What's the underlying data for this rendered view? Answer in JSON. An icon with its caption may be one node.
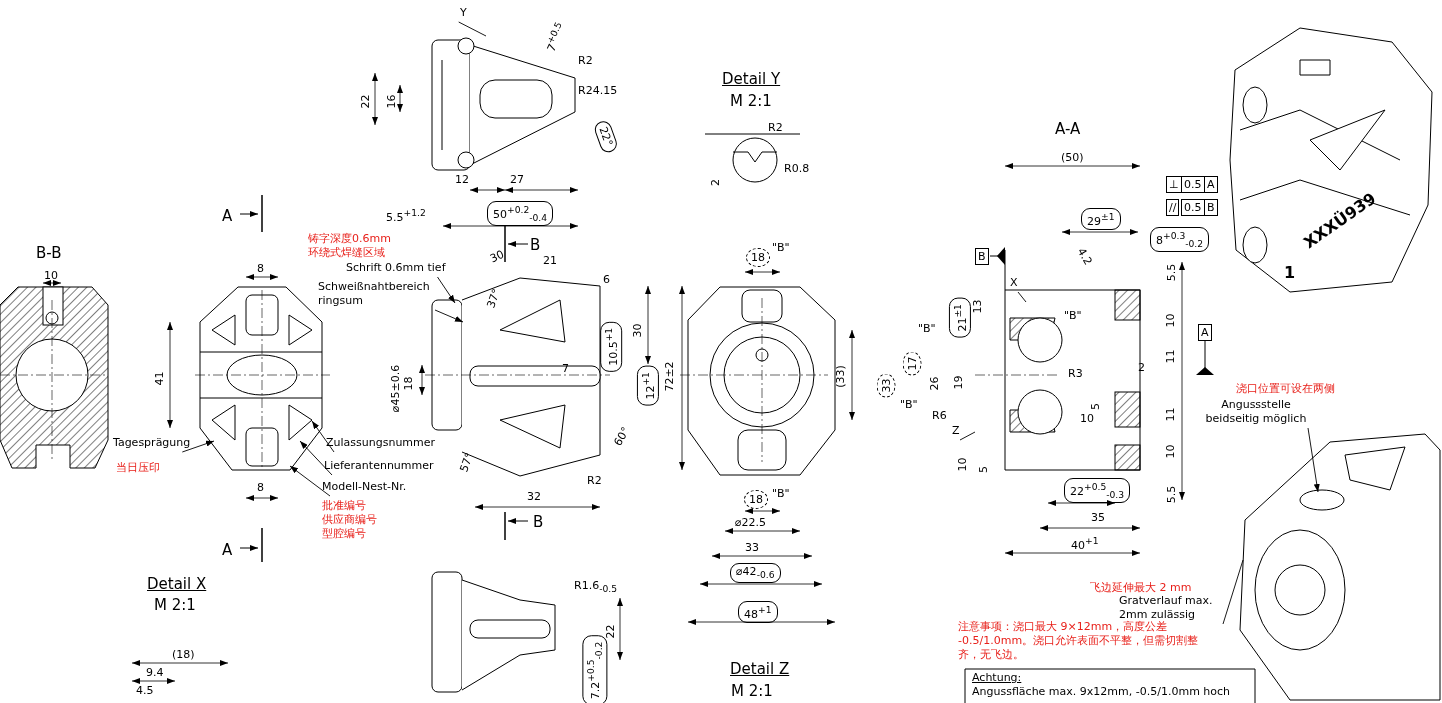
{
  "diagram": {
    "nodes": [
      {
        "text": [
          "Schrift 0.6mm tief"
        ]
      },
      {
        "text": [
          "Schweißnahtbereich ringsum"
        ]
      },
      {
        "text": [
          "Tagesprägung"
        ]
      },
      {
        "text": [
          "Zulassungsnummer"
        ]
      },
      {
        "text": [
          "Lieferantennummer"
        ]
      },
      {
        "text": [
          "Modell-Nest-Nr."
        ]
      },
      {
        "text": [
          "Angussstelle beidseitig möglich"
        ]
      },
      {
        "text": [
          "Gratverlauf max. 2mm zulässig"
        ]
      },
      {
        "text": [
          "Y"
        ]
      },
      {
        "text": [
          "X"
        ]
      },
      {
        "text": [
          "Z"
        ]
      },
      {
        "text": [],
        "shape": "picture"
      }
    ],
    "edges": [
      {
        "from": 0,
        "to": null,
        "arrow": "to"
      },
      {
        "from": 1,
        "to": null,
        "arrow": "to"
      },
      {
        "from": 2,
        "to": null,
        "arrow": "to"
      },
      {
        "from": 3,
        "to": null,
        "arrow": "to"
      },
      {
        "from": 4,
        "to": null,
        "arrow": "to"
      },
      {
        "from": 5,
        "to": null,
        "arrow": "to"
      },
      {
        "from": 6,
        "to": 11,
        "arrow": "to"
      },
      {
        "from": 7,
        "to": 11,
        "arrow": "none"
      },
      {
        "from": 8,
        "to": null,
        "arrow": "none"
      },
      {
        "from": 9,
        "to": null,
        "arrow": "none"
      },
      {
        "from": 10,
        "to": null,
        "arrow": "none"
      }
    ],
    "labels": [
      "7$^{+0.5}$",
      "R2",
      "R24.15",
      "22",
      "16",
      "22°",
      "12",
      "27",
      "5.5$^{+1.2}$",
      "50$^{+0.2}$$_{-0.4}$",
      "Detail Y",
      "M 2:1",
      "R2",
      "R0.8",
      "2",
      "A",
      "B-B",
      "10",
      "8",
      "41",
      "8",
      "A",
      "铸字深度0.6mm",
      "环绕式焊缝区域",
      "当日压印",
      "批准编号",
      "供应商编号",
      "型腔编号",
      "B",
      "30",
      "21",
      "37°",
      "6",
      "10.5$^{+1}$",
      "30",
      "⌀45±0.6",
      "18",
      "7",
      "12$^{+1}$",
      "72±2",
      "60°",
      "57°",
      "R2",
      "32",
      "B",
      "18",
      "\"B\"",
      "(33)",
      "18",
      "\"B\"",
      "⌀22.5",
      "33",
      "⌀42$_{-0.6}$",
      "48$^{+1}$",
      "R1.6$_{-0.5}$",
      "22",
      "7.2$^{+0.5}$$_{-0.2}$",
      "Detail X",
      "M 2:1",
      "(18)",
      "9.4",
      "4.5",
      "Detail Z",
      "M 2:1",
      "A-A",
      "(50)",
      "⊥",
      "0.5",
      "A",
      "//",
      "0.5",
      "B",
      "29$^{±1}$",
      "8$^{+0.3}$$_{-0.2}$",
      "B",
      "4.2",
      "5.5",
      "13",
      "21$^{±1}$",
      "\"B\"",
      "10",
      "A",
      "\"B\"",
      "17",
      "33",
      "26",
      "19",
      "11",
      "R3",
      "2",
      "\"B\"",
      "R6",
      "5",
      "10",
      "11",
      "10",
      "5",
      "10",
      "22$^{+0.5}$$_{-0.3}$",
      "5.5",
      "35",
      "40$^{+1}$",
      "1",
      "XXXÜ939",
      "浇口位置可设在两侧",
      "飞边延伸最大 2 mm",
      "注意事项：浇口最大 9×12mm，高度公差 -0.5/1.0mm。浇口允许表面不平整，但需切割整齐，无飞边。",
      "Achtung:",
      "Angussfläche max. 9x12mm, -0.5/1.0mm hoch"
    ]
  }
}
